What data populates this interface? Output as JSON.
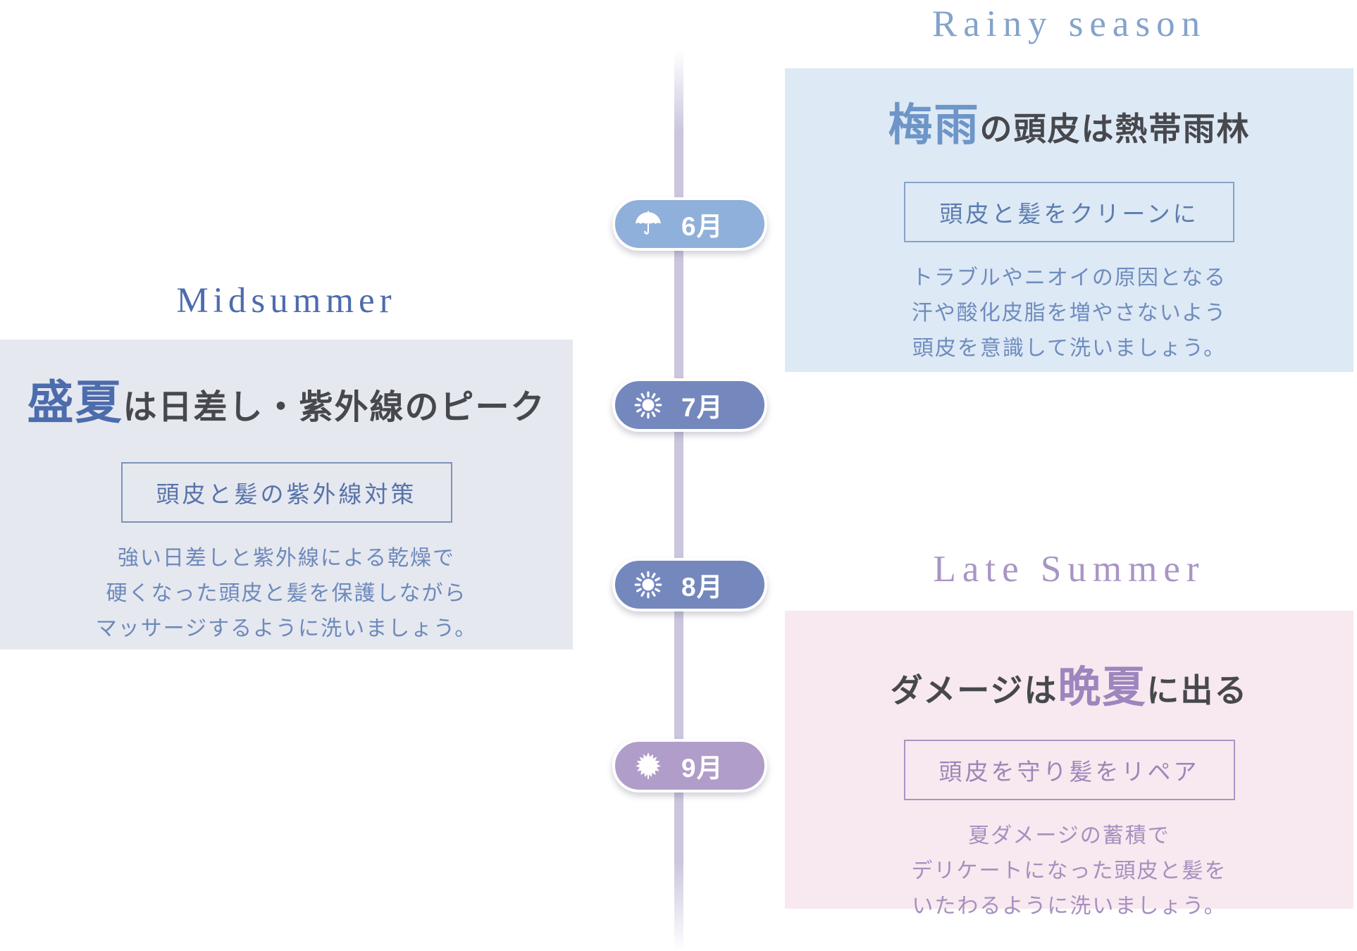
{
  "timeline": {
    "months": [
      {
        "label": "6月",
        "icon": "umbrella-icon"
      },
      {
        "label": "7月",
        "icon": "sun-icon"
      },
      {
        "label": "8月",
        "icon": "sun-icon"
      },
      {
        "label": "9月",
        "icon": "maple-leaf-icon"
      }
    ]
  },
  "sections": {
    "rainy": {
      "title": "Rainy season",
      "headline_accent": "梅雨",
      "headline_rest": "の頭皮は熱帯雨林",
      "tag": "頭皮と髪をクリーンに",
      "body_lines": [
        "トラブルやニオイの原因となる",
        "汗や酸化皮脂を増やさないよう",
        "頭皮を意識して洗いましょう。"
      ]
    },
    "midsummer": {
      "title": "Midsummer",
      "headline_accent": "盛夏",
      "headline_rest": "は日差し・紫外線のピーク",
      "tag": "頭皮と髪の紫外線対策",
      "body_lines": [
        "強い日差しと紫外線による乾燥で",
        "硬くなった頭皮と髪を保護しながら",
        "マッサージするように洗いましょう。"
      ]
    },
    "late_summer": {
      "title": "Late Summer",
      "headline_pre": "ダメージは",
      "headline_accent": "晩夏",
      "headline_post": "に出る",
      "tag": "頭皮を守り髪をリペア",
      "body_lines": [
        "夏ダメージの蓄積で",
        "デリケートになった頭皮と髪を",
        "いたわるように洗いましょう。"
      ]
    }
  },
  "colors": {
    "timeline_bar": "#cbc5de",
    "pill_june": "#8fb0da",
    "pill_july_aug": "#7488be",
    "pill_sept": "#b09dc9",
    "panel_rainy_bg": "#dde9f5",
    "panel_midsummer_bg": "#e5e8ef",
    "panel_late_bg": "#f7e9ef",
    "title_rainy": "#84a3cb",
    "title_midsummer": "#4e6cad",
    "title_late": "#a995c4",
    "accent_rainy": "#6d95c8",
    "accent_midsummer": "#4d6cad",
    "accent_late": "#9d86bd",
    "heading_dark": "#47484d"
  }
}
